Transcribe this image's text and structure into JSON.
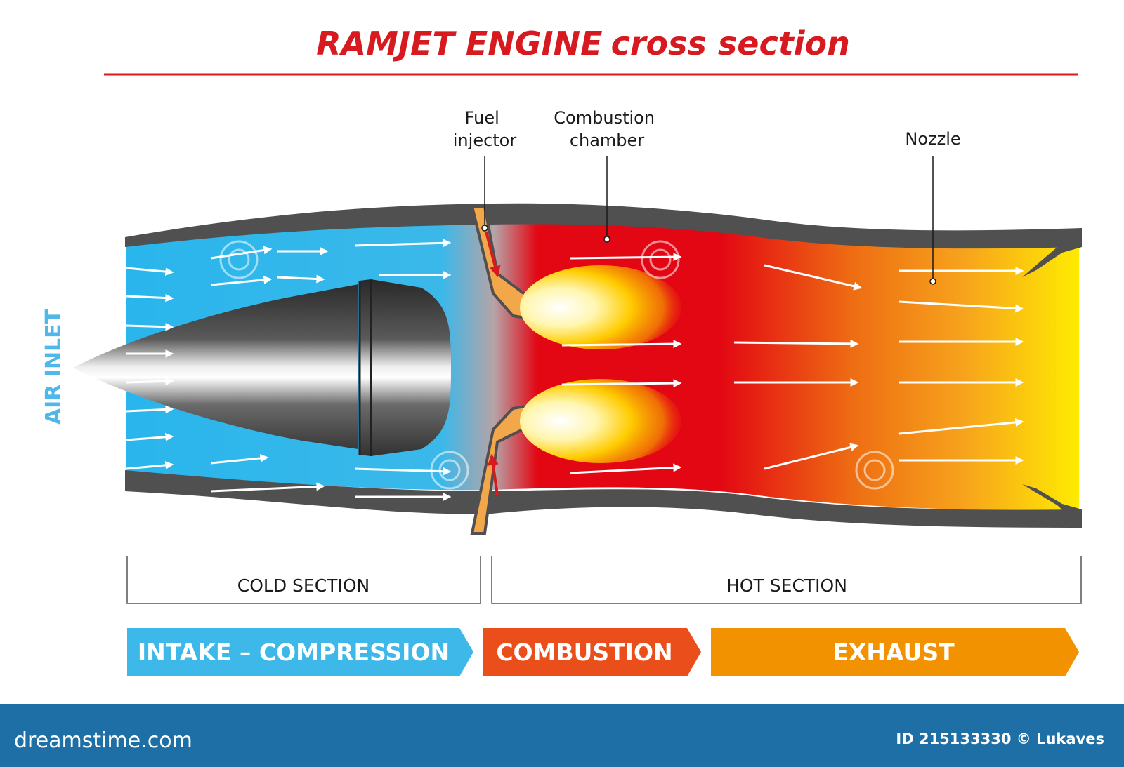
{
  "title": {
    "main": "RAMJET ENGINE",
    "sub": "cross section",
    "color": "#d71920",
    "rule_color": "#d71920"
  },
  "side_label": {
    "text": "AIR INLET",
    "color": "#4fb8e8"
  },
  "callouts": {
    "fuel_injector": [
      "Fuel",
      "injector"
    ],
    "combustion_chamber": [
      "Combustion",
      "chamber"
    ],
    "nozzle": [
      "Nozzle"
    ]
  },
  "sections": {
    "cold": "COLD SECTION",
    "hot": "HOT SECTION"
  },
  "stages": [
    {
      "label": "INTAKE – COMPRESSION",
      "color": "#3db8e8"
    },
    {
      "label": "COMBUSTION",
      "color": "#e94e1b"
    },
    {
      "label": "EXHAUST",
      "color": "#f39200"
    }
  ],
  "colors": {
    "cold_air": "#29b6ec",
    "hot_gas": "#e30613",
    "exhaust_yellow": "#ffed00",
    "casing": "#505050",
    "footer": "#1e6fa5"
  },
  "icons": {
    "flow": "flow-arrow-icon",
    "watermark": "watermark-spiral-icon"
  },
  "footer": {
    "brand": "dreamstime.com",
    "id": "ID 215133330 © Lukaves"
  }
}
